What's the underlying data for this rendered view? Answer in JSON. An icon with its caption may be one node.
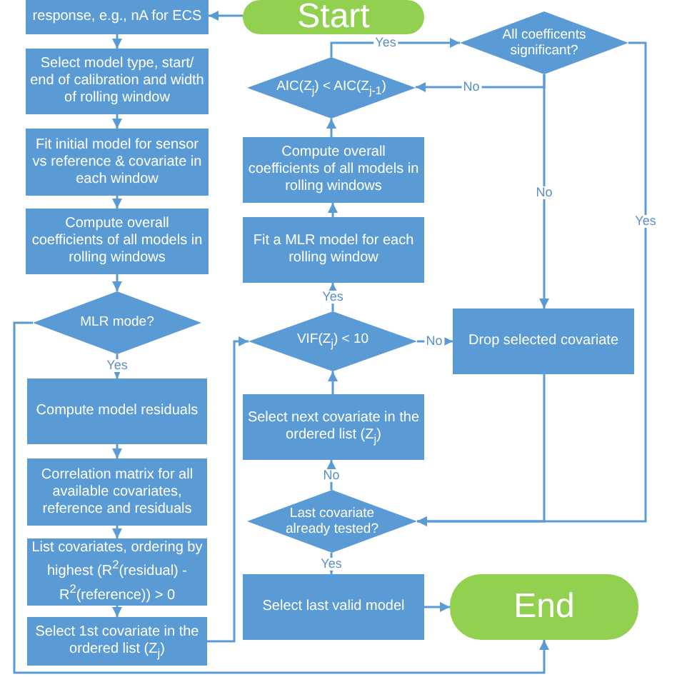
{
  "diagram": {
    "nodes": [
      {
        "text": [
          "response, e.g., nA for ECS"
        ]
      },
      {
        "text": [
          "Start"
        ]
      },
      {
        "text": [
          "Select model type, start/ end of calibration and width of rolling window"
        ]
      },
      {
        "text": [
          "Fit initial model for sensor vs reference & covariate in each window"
        ]
      },
      {
        "text": [
          "Compute overall coefficients of all models in rolling windows"
        ]
      },
      {
        "text": [
          "MLR mode?"
        ]
      },
      {
        "text": [
          "Compute model residuals"
        ]
      },
      {
        "text": [
          "Correlation matrix for all available covariates, reference and residuals"
        ]
      },
      {
        "text": [
          "List covariates, ordering by highest (R$^{2}$(residual) - R$^{2}$(reference)) > 0"
        ]
      },
      {
        "text": [
          "Select 1st covariate in the ordered list (Z$_{j}$)"
        ]
      },
      {
        "text": [
          "All coefficents significant?"
        ]
      },
      {
        "text": [
          "AIC(Z$_{j}$) < AIC(Z$_{j-1}$)"
        ]
      },
      {
        "text": [
          "Compute overall coefficients of all models in rolling windows"
        ]
      },
      {
        "text": [
          "Fit a MLR model for each rolling window"
        ]
      },
      {
        "text": [
          "VIF(Z$_{j}$) < 10"
        ]
      },
      {
        "text": [
          "Drop selected covariate"
        ]
      },
      {
        "text": [
          "Select next covariate in the ordered list (Z$_{j}$)"
        ]
      },
      {
        "text": [
          "Last covariate already tested?"
        ]
      },
      {
        "text": [
          "Select last valid model"
        ]
      },
      {
        "text": [
          "End"
        ]
      }
    ],
    "edges": [
      {
        "from": 1,
        "to": 0,
        "arrow": "to"
      },
      {
        "from": 0,
        "to": 2,
        "arrow": "to"
      },
      {
        "from": 2,
        "to": 3,
        "arrow": "to"
      },
      {
        "from": 3,
        "to": 4,
        "arrow": "to"
      },
      {
        "from": 4,
        "to": 5,
        "arrow": "to"
      },
      {
        "from": 5,
        "to": 6,
        "arrow": "to",
        "label": "Yes"
      },
      {
        "from": 6,
        "to": 7,
        "arrow": "to"
      },
      {
        "from": 7,
        "to": 8,
        "arrow": "to"
      },
      {
        "from": 8,
        "to": 9,
        "arrow": "to"
      },
      {
        "from": 5,
        "to": 19,
        "arrow": "to"
      },
      {
        "from": 9,
        "to": 14,
        "arrow": "to"
      },
      {
        "from": 14,
        "to": 13,
        "arrow": "to",
        "label": "Yes"
      },
      {
        "from": 13,
        "to": 12,
        "arrow": "to"
      },
      {
        "from": 12,
        "to": 11,
        "arrow": "to"
      },
      {
        "from": 11,
        "to": 10,
        "arrow": "to",
        "label": "Yes"
      },
      {
        "from": 10,
        "to": 11,
        "arrow": "to",
        "label": "No"
      },
      {
        "from": 10,
        "to": 15,
        "arrow": "to",
        "label": "No"
      },
      {
        "from": 10,
        "to": 17,
        "arrow": "to",
        "label": "Yes"
      },
      {
        "from": 15,
        "to": 17,
        "arrow": "to"
      },
      {
        "from": 17,
        "to": 16,
        "arrow": "to",
        "label": "No"
      },
      {
        "from": 16,
        "to": 14,
        "arrow": "to"
      },
      {
        "from": 17,
        "to": 18,
        "arrow": "to",
        "label": "Yes"
      },
      {
        "from": 18,
        "to": 19,
        "arrow": "to"
      },
      {
        "from": 14,
        "to": 15,
        "arrow": "to",
        "label": "No"
      }
    ]
  }
}
